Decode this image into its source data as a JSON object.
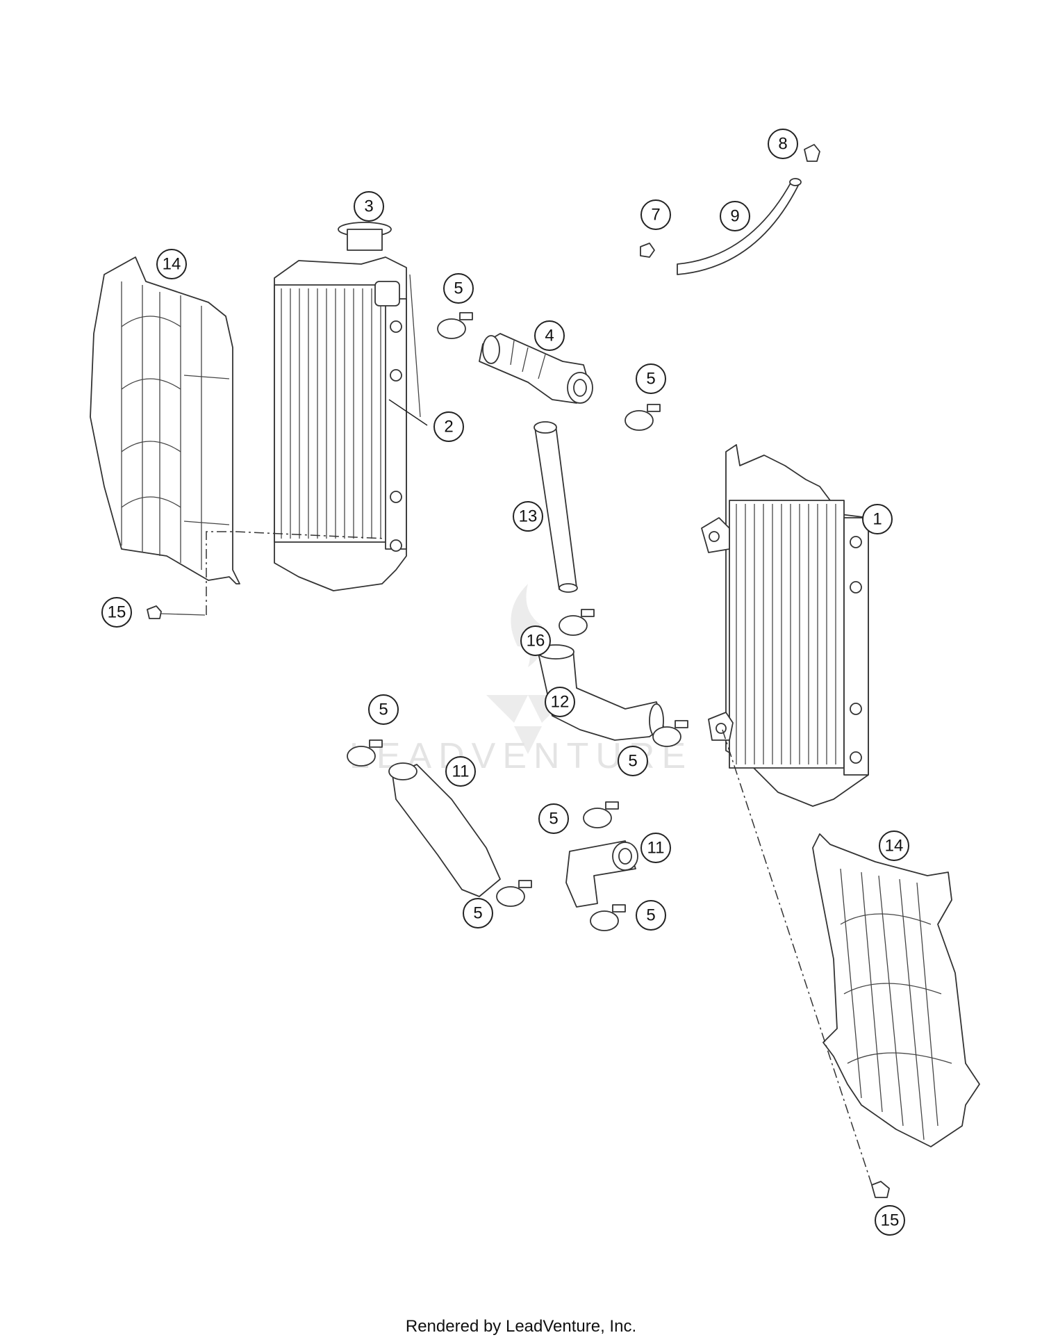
{
  "diagram": {
    "callouts": [
      {
        "id": "c8",
        "label": "8"
      },
      {
        "id": "c7",
        "label": "7"
      },
      {
        "id": "c9",
        "label": "9"
      },
      {
        "id": "c3",
        "label": "3"
      },
      {
        "id": "c14a",
        "label": "14"
      },
      {
        "id": "c5a",
        "label": "5"
      },
      {
        "id": "c4",
        "label": "4"
      },
      {
        "id": "c5b",
        "label": "5"
      },
      {
        "id": "c2",
        "label": "2"
      },
      {
        "id": "c1",
        "label": "1"
      },
      {
        "id": "c13",
        "label": "13"
      },
      {
        "id": "c15a",
        "label": "15"
      },
      {
        "id": "c16",
        "label": "16"
      },
      {
        "id": "c12",
        "label": "12"
      },
      {
        "id": "c5c",
        "label": "5"
      },
      {
        "id": "c5d",
        "label": "5"
      },
      {
        "id": "c11a",
        "label": "11"
      },
      {
        "id": "c5e",
        "label": "5"
      },
      {
        "id": "c11b",
        "label": "11"
      },
      {
        "id": "c14b",
        "label": "14"
      },
      {
        "id": "c5f",
        "label": "5"
      },
      {
        "id": "c5g",
        "label": "5"
      },
      {
        "id": "c15b",
        "label": "15"
      }
    ]
  },
  "watermark": {
    "text": "LEADVENTURE"
  },
  "footer": {
    "text": "Rendered by LeadVenture, Inc."
  }
}
